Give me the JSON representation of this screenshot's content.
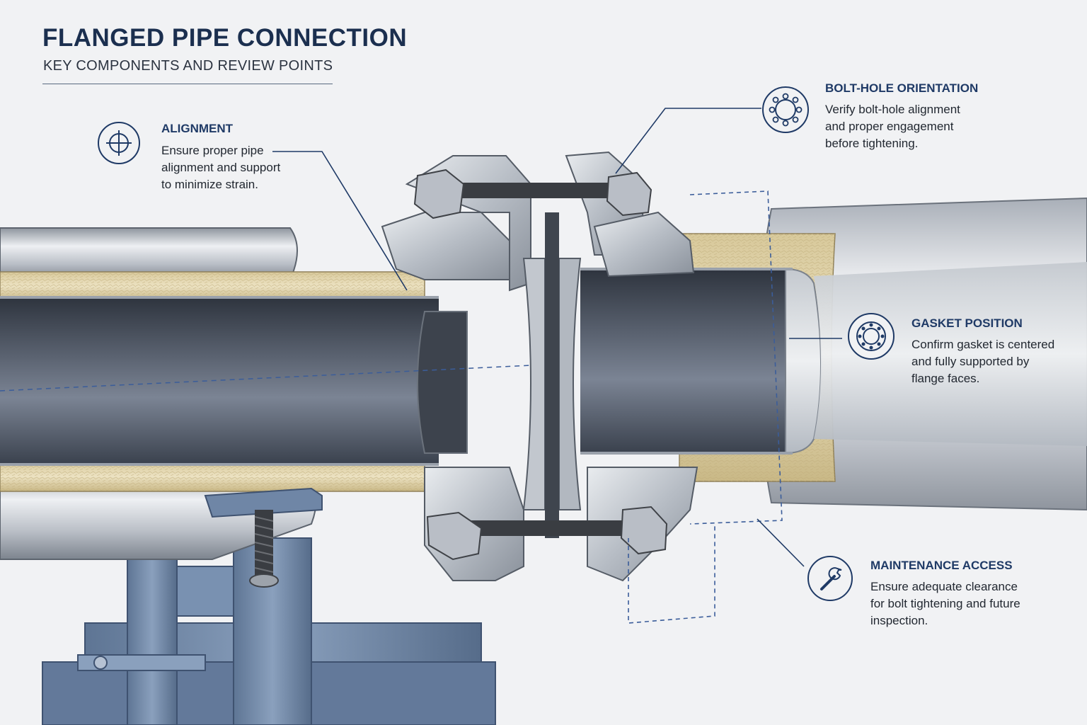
{
  "header": {
    "title": "FLANGED PIPE CONNECTION",
    "subtitle": "KEY COMPONENTS AND REVIEW POINTS"
  },
  "callouts": [
    {
      "id": "alignment",
      "icon": "crosshair-icon",
      "heading": "ALIGNMENT",
      "lines": [
        "Ensure proper pipe",
        "alignment and support",
        "to minimize strain."
      ]
    },
    {
      "id": "bolt-hole-orientation",
      "icon": "bolt-circle-icon",
      "heading": "BOLT-HOLE ORIENTATION",
      "lines": [
        "Verify bolt-hole alignment",
        "and proper engagement",
        "before tightening."
      ]
    },
    {
      "id": "gasket-position",
      "icon": "gasket-ring-icon",
      "heading": "GASKET POSITION",
      "lines": [
        "Confirm gasket is centered",
        "and fully supported by",
        "flange faces."
      ]
    },
    {
      "id": "maintenance-access",
      "icon": "wrench-icon",
      "heading": "MAINTENANCE ACCESS",
      "lines": [
        "Ensure adequate clearance",
        "for bolt tightening and future",
        "inspection."
      ]
    }
  ],
  "colors": {
    "accent": "#1f3a66",
    "insulation": "#e6d9b0",
    "steel": "#c9ced6",
    "pipe_bore": "#4a5260",
    "support": "#6f86a6"
  }
}
